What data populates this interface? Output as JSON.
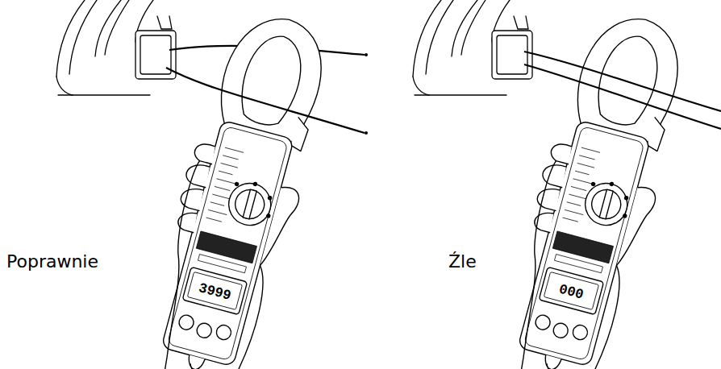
{
  "diagram": {
    "labels": [
      "Poprawnie",
      "3999",
      "Źle",
      "000"
    ]
  }
}
